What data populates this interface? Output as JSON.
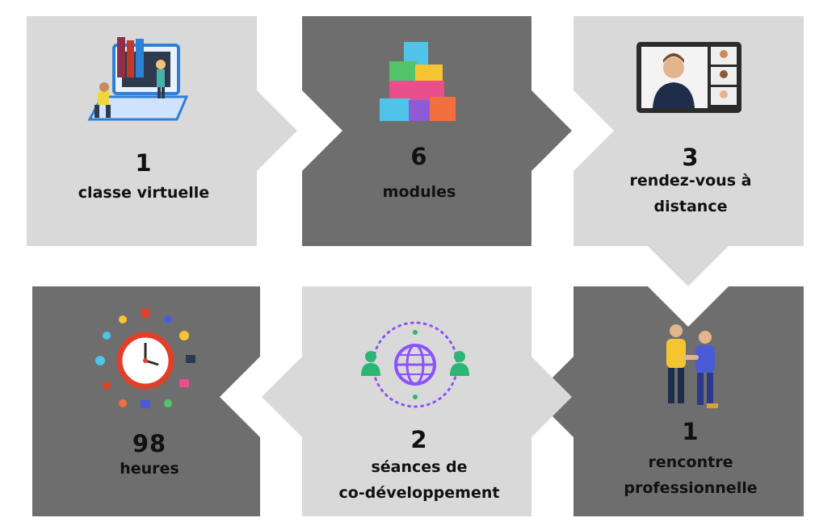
{
  "colors": {
    "light_panel": "#d9d9d9",
    "dark_panel": "#6e6e6e",
    "text": "#111111",
    "accent_green": "#2bb673",
    "accent_purple": "#8c52ff"
  },
  "steps": [
    {
      "number": "1",
      "lines": [
        "classe virtuelle"
      ],
      "icon": "virtual-classroom-icon",
      "panel": "light"
    },
    {
      "number": "6",
      "lines": [
        "modules"
      ],
      "icon": "building-blocks-icon",
      "panel": "dark"
    },
    {
      "number": "3",
      "lines": [
        "rendez-vous à",
        "distance"
      ],
      "icon": "video-call-icon",
      "panel": "light"
    },
    {
      "number": "1",
      "lines": [
        "rencontre",
        "professionnelle"
      ],
      "icon": "handshake-icon",
      "panel": "dark"
    },
    {
      "number": "2",
      "lines": [
        "séances de",
        "co-développement"
      ],
      "icon": "global-network-icon",
      "panel": "light"
    },
    {
      "number": "98",
      "lines": [
        "heures"
      ],
      "icon": "time-management-clock-icon",
      "panel": "dark"
    }
  ]
}
